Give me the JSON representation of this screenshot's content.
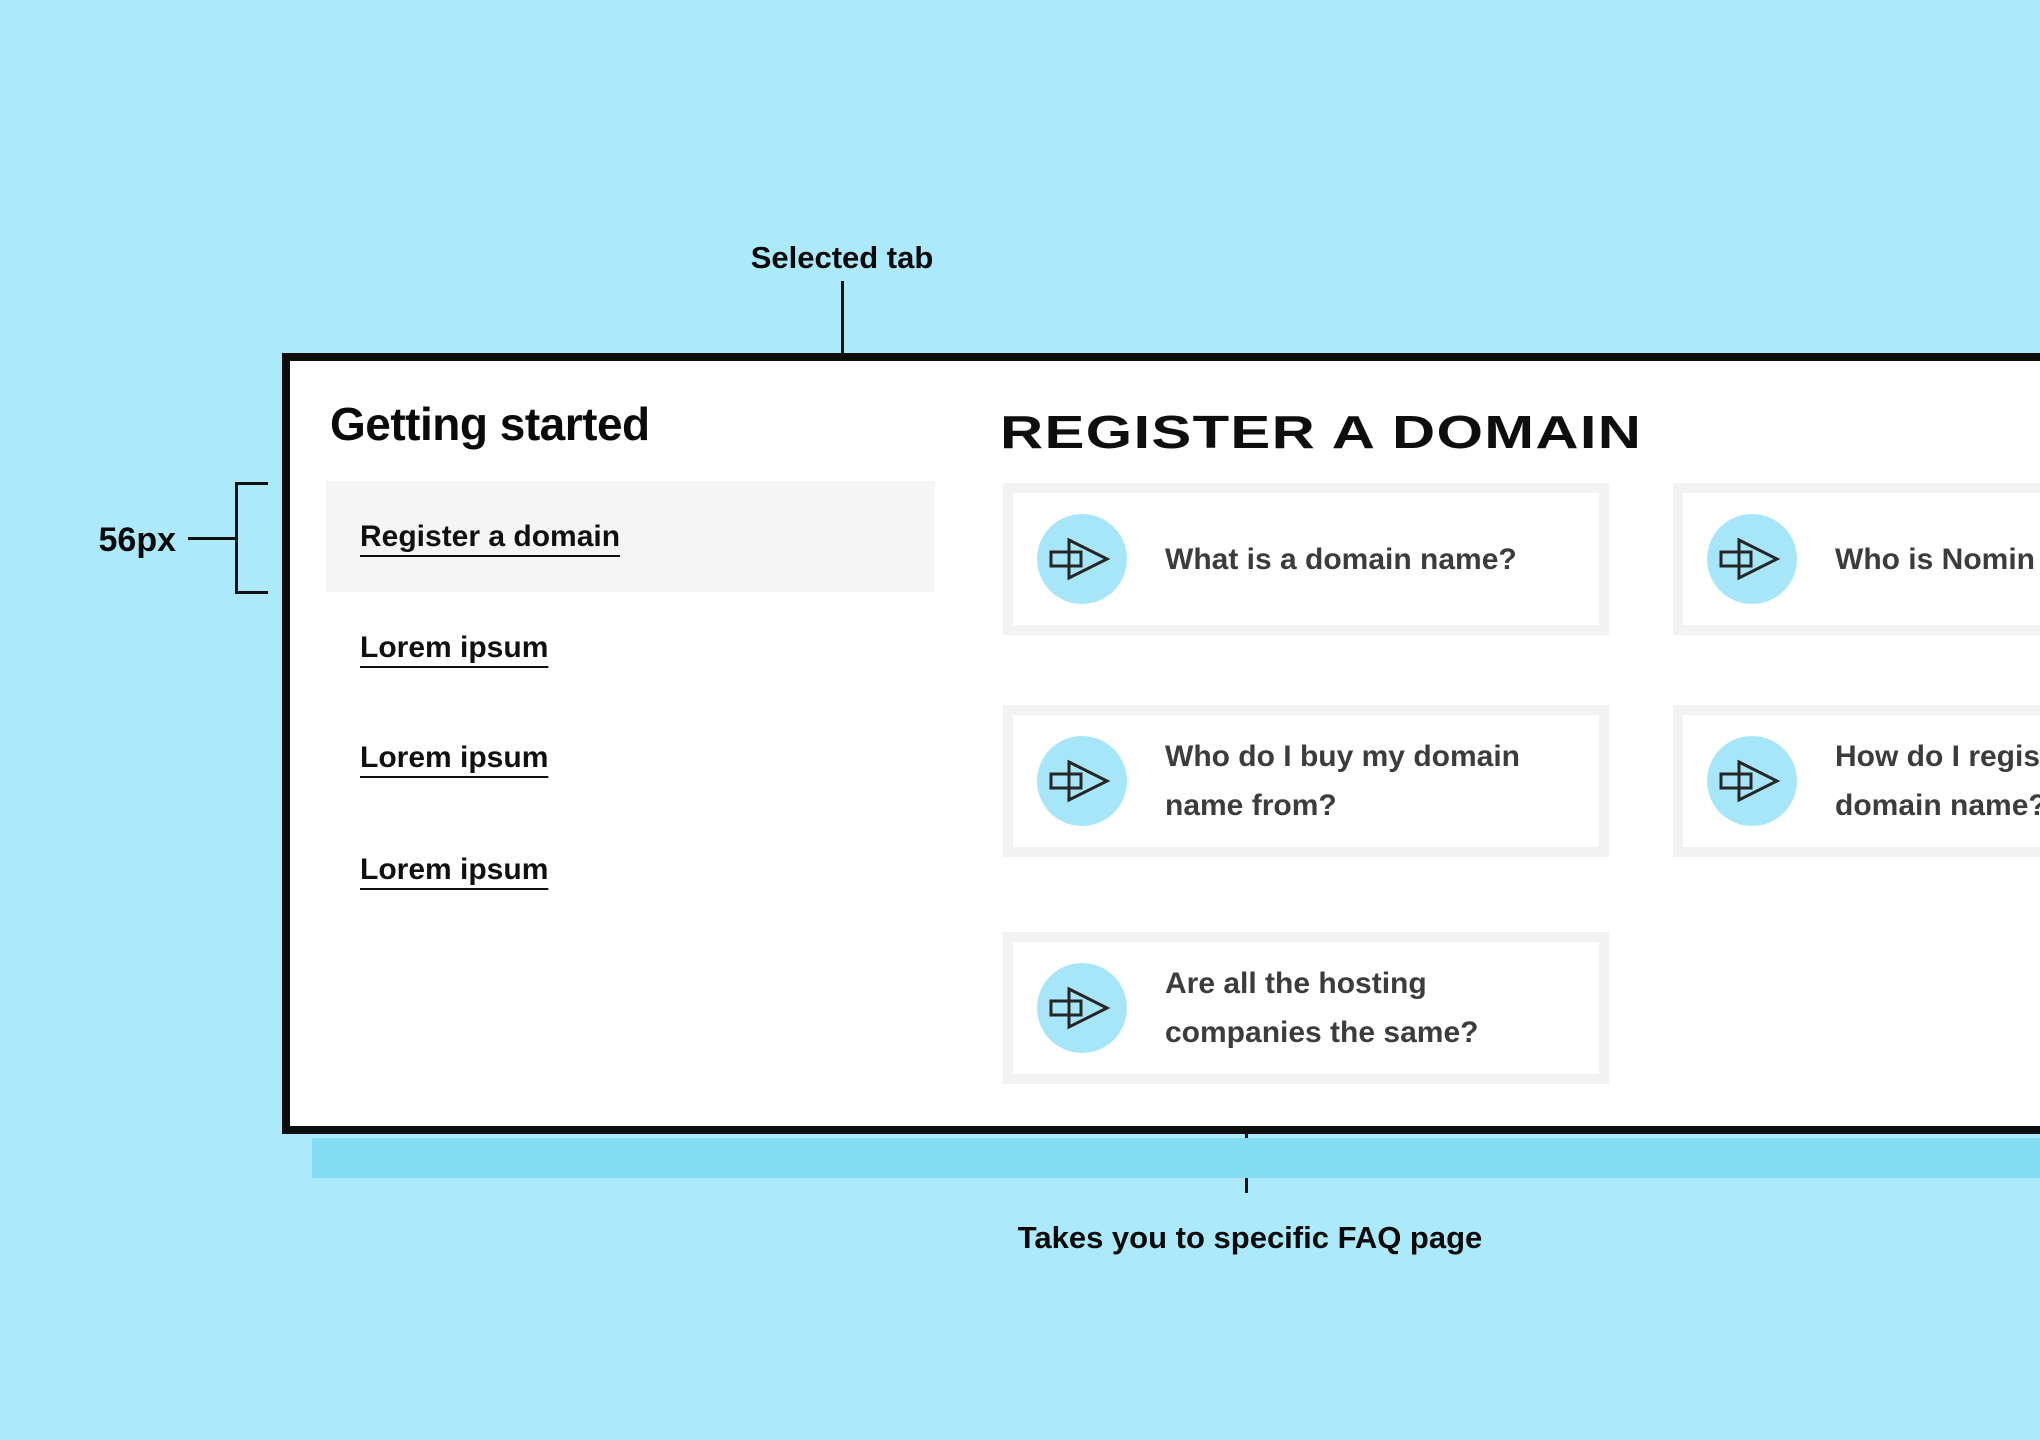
{
  "annotations": {
    "selected_tab_label": "Selected tab",
    "row_height_label": "56px",
    "faq_link_label": "Takes you to specific FAQ page"
  },
  "sidebar": {
    "title": "Getting started",
    "items": [
      {
        "label": "Register a domain",
        "selected": true
      },
      {
        "label": "Lorem ipsum",
        "selected": false
      },
      {
        "label": "Lorem ipsum",
        "selected": false
      },
      {
        "label": "Lorem ipsum",
        "selected": false
      }
    ]
  },
  "main": {
    "title": "REGISTER A DOMAIN",
    "cards": [
      {
        "icon": "arrow-right-icon",
        "lines": [
          "What is a domain name?"
        ]
      },
      {
        "icon": "arrow-right-icon",
        "lines": [
          "Who is Nomin"
        ],
        "clipped_by_viewport": true
      },
      {
        "icon": "arrow-right-icon",
        "lines": [
          "Who do I buy my domain",
          "name from?"
        ]
      },
      {
        "icon": "arrow-right-icon",
        "lines": [
          "How do I regis",
          "domain name?"
        ],
        "clipped_by_viewport": true
      },
      {
        "icon": "arrow-right-icon",
        "lines": [
          "Are all the hosting",
          "companies the same?"
        ]
      }
    ]
  },
  "colors": {
    "page_background": "#ACE9FB",
    "panel_shadow": "#84DCF5",
    "panel_border": "#0D0D0D",
    "selected_tab_background": "#F5F5F5",
    "card_border": "#F2F2F2",
    "icon_circle": "#A7E6F9",
    "question_text": "#3C3C3C",
    "annotation_text": "#0A0A0A"
  }
}
